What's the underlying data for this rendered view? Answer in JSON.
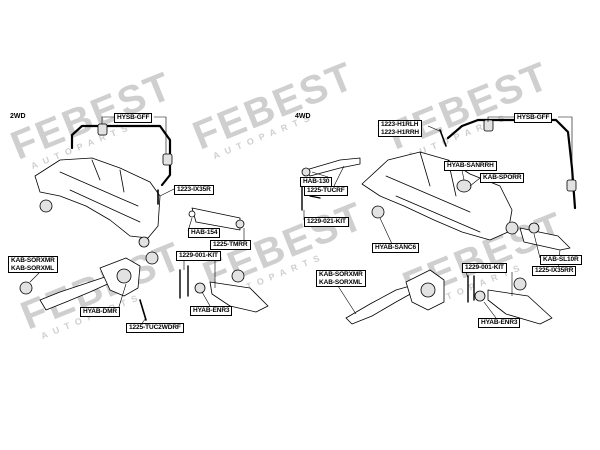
{
  "watermark": {
    "brand": "FEBEST",
    "tagline": "AUTOPARTS"
  },
  "sections": {
    "left": "2WD",
    "right": "4WD"
  },
  "labels": {
    "hysb_gff_2wd": "HYSB-GFF",
    "l1223_ix35r": "1223-IX35R",
    "hab154": "HAB-154",
    "l1225_tmrr": "1225-TMRR",
    "l1229_001_kit_2wd": "1229-001-KIT",
    "kab_sorxmr_2wd": "KAB-SORXMR",
    "kab_sorxml_2wd": "KAB-SORXML",
    "hyab_dmr": "HYAB-DMR",
    "l1225_tuc2wdrf": "1225-TUC2WDRF",
    "hyab_enr3_2wd": "HYAB-ENR3",
    "l1223_h1rlh": "1223-H1RLH",
    "l1223_h1rrh": "1223-H1RRH",
    "hysb_gff_4wd": "HYSB-GFF",
    "hab130": "HAB-130",
    "l1225_tucrf": "1225-TUCRF",
    "l1229_021_kit": "1229-021-KIT",
    "hyab_sanrrh": "HYAB-SANRRH",
    "kab_sporr": "KAB-SPORR",
    "hyab_sanc6": "HYAB-SANC6",
    "kab_sl10r": "KAB-SL10R",
    "l1229_001_kit_4wd": "1229-001-KIT",
    "l1225_ix35rr": "1225-IX35RR",
    "kab_sorxmr_4wd": "KAB-SORXMR",
    "kab_sorxml_4wd": "KAB-SORXML",
    "hyab_enr3_4wd": "HYAB-ENR3"
  },
  "colors": {
    "ink": "#000000",
    "watermark": "#c9c9c9",
    "part_fill": "#ffffff",
    "part_shade": "#e2e2e2"
  }
}
